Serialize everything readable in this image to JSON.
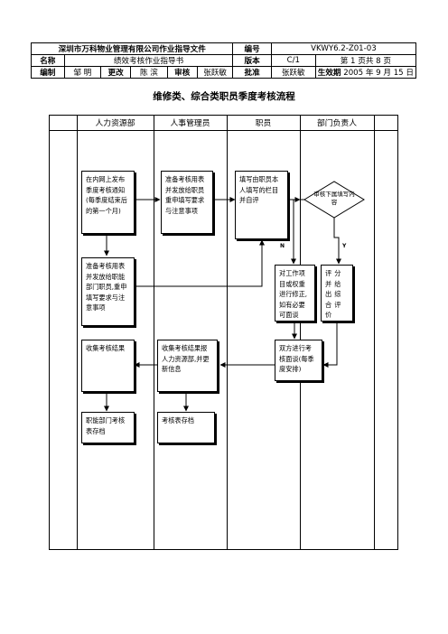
{
  "header": {
    "company_doc": "深圳市万科物业管理有限公司作业指导文件",
    "label_number": "编号",
    "number": "VKWY6.2-Z01-03",
    "label_name": "名称",
    "name": "绩效考核作业指导书",
    "label_version": "版本",
    "version": "C/1",
    "pages": "第 1 页共 8 页",
    "label_author": "编制",
    "author": "邹 明",
    "label_revision": "更改",
    "revision": "陈 滨",
    "label_review": "审核",
    "reviewer": "张跃敏",
    "label_approve": "批准",
    "approver": "张跃敏",
    "label_effective": "生效期",
    "effective_date": "2005 年 9 月 15 日"
  },
  "title": "维修类、综合类职员季度考核流程",
  "columns": [
    "人力资源部",
    "人事管理员",
    "职员",
    "部门负责人"
  ],
  "boxes": {
    "hr_publish": "在内网上发布季度考核通知(每季度结束后的第一个月)",
    "admin_prepare": "准备考核用表并发放给职员重申填写要求与注意事项",
    "staff_fill": "填写由职员本人填写的栏目并自评",
    "decision": "审核下属填写内容",
    "hr_prepare": "准备考核用表并发放给职能部门职员,重申填写要求与注意事项",
    "staff_revise": "对工作项目或权重进行修正,如有必要可面谈",
    "head_score": "评分并给出综合评价",
    "hr_collect": "收集考核结果",
    "admin_collect": "收集考核结果报人力资源部,并更新信息",
    "both_interview": "双方进行考核面谈(每季度安排)",
    "hr_archive": "职能部门考核表存档",
    "admin_archive": "考核表存档"
  },
  "decision_labels": {
    "no": "N",
    "yes": "Y"
  }
}
